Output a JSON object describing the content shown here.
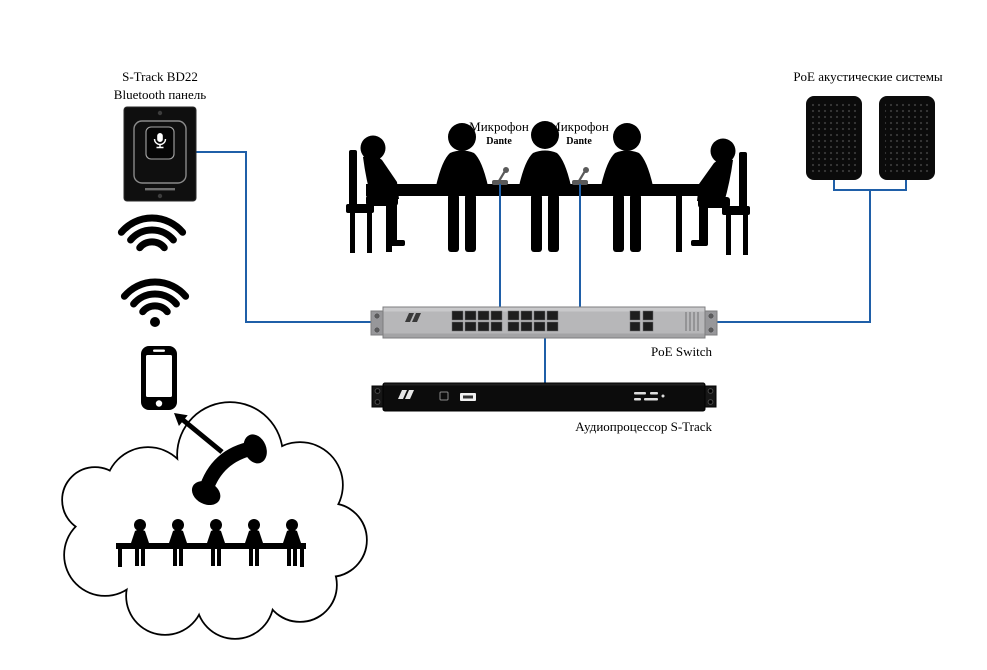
{
  "page": {
    "background": "#ffffff"
  },
  "colors": {
    "connection_line": "#1f5fa8",
    "silhouette": "#000000",
    "switch_body": "#b7b7b9",
    "device_black": "#0d0d0d"
  },
  "labels": {
    "bluetooth_panel": {
      "line1": "S-Track BD22",
      "line2": "Bluetooth панель"
    },
    "microphone_left": {
      "title": "Микрофон",
      "subtitle": "Dante"
    },
    "microphone_right": {
      "title": "Микрофон",
      "subtitle": "Dante"
    },
    "speakers": {
      "title": "PoE акустические системы"
    },
    "poe_switch": {
      "title": "PoE Switch"
    },
    "audio_processor": {
      "title": "Аудиопроцессор S-Track"
    }
  }
}
